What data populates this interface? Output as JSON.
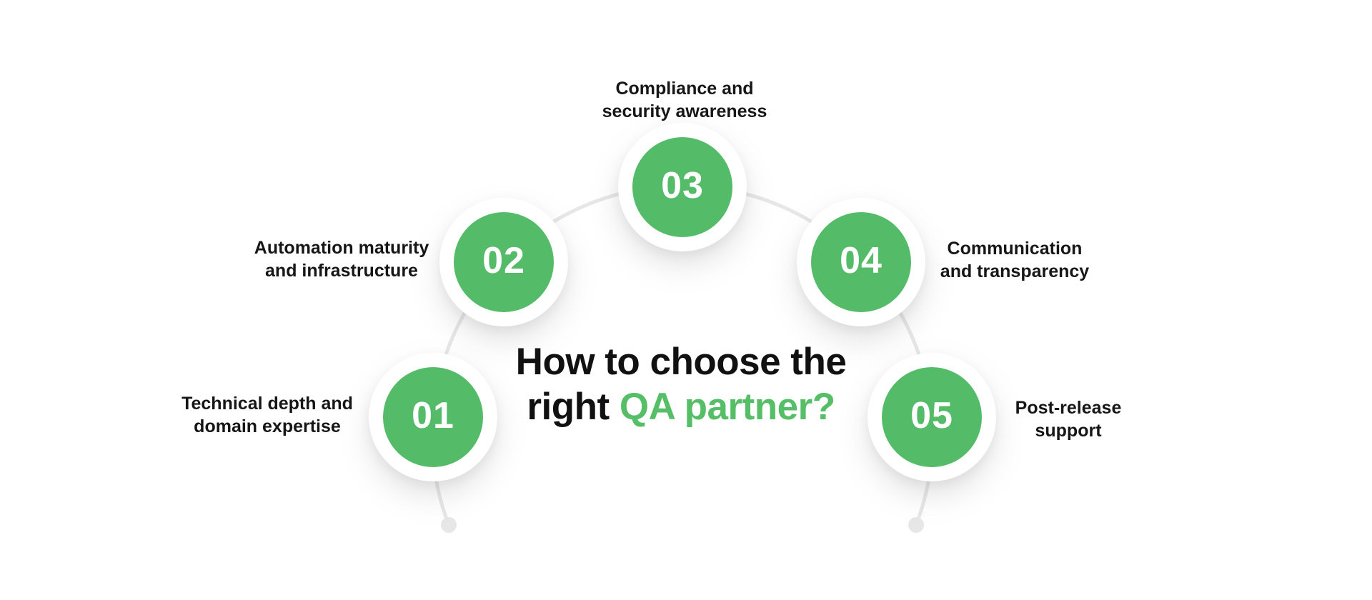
{
  "title": {
    "line1": "How to choose the",
    "line2_prefix": "right",
    "line2_highlight": "QA partner?"
  },
  "steps": [
    {
      "number": "01",
      "label": "Technical depth and\ndomain expertise"
    },
    {
      "number": "02",
      "label": "Automation maturity\nand infrastructure"
    },
    {
      "number": "03",
      "label": "Compliance and\nsecurity awareness"
    },
    {
      "number": "04",
      "label": "Communication\nand transparency"
    },
    {
      "number": "05",
      "label": "Post-release\nsupport"
    }
  ],
  "colors": {
    "accent_green": "#54BC68",
    "title_highlight_green": "#57BE68",
    "arc_gray": "#E7E7E7",
    "label_text": "#161616",
    "number_text": "#FFFFFF",
    "background": "#FFFFFF"
  }
}
